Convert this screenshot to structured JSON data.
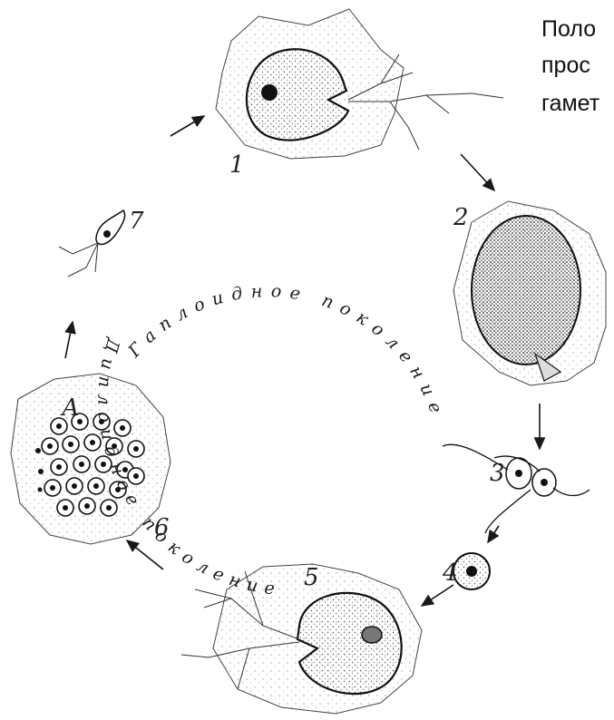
{
  "caption": {
    "line1": "Поло",
    "line2": "прос",
    "line3": "гамет"
  },
  "labels": {
    "haploid": "Гаплоидное поколение",
    "diploid": "Диплоидное поколение",
    "letter_a": "А"
  },
  "stages": [
    "1",
    "2",
    "3",
    "4",
    "5",
    "6",
    "7"
  ],
  "colors": {
    "ink": "#1a1a1a",
    "stipple": "#3a3a3a",
    "background": "#ffffff"
  }
}
